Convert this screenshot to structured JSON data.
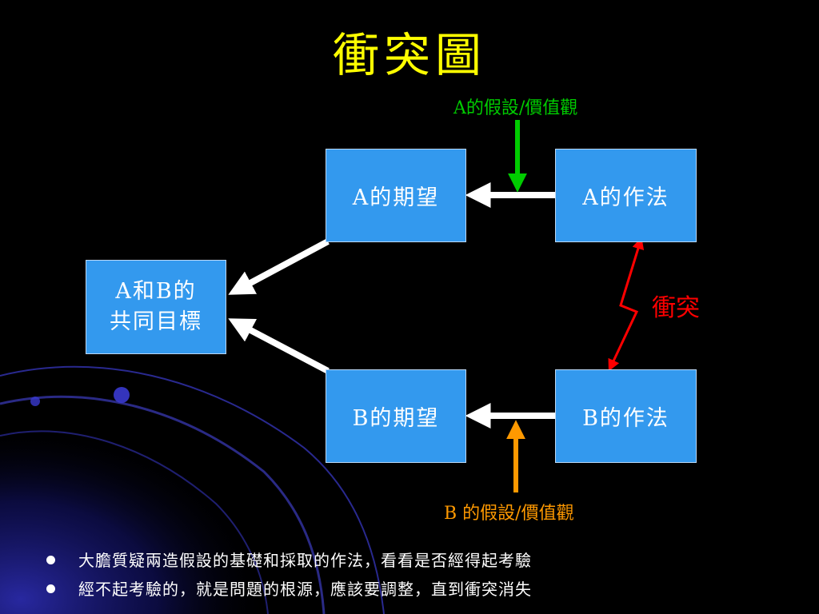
{
  "title": "衝突圖",
  "boxes": {
    "common_goal_line1": "A和B的",
    "common_goal_line2": "共同目標",
    "a_expectation": "A的期望",
    "a_practice": "A的作法",
    "b_expectation": "B的期望",
    "b_practice": "B的作法"
  },
  "labels": {
    "a_assumption": "A的假設/價值觀",
    "b_assumption": "B 的假設/價值觀",
    "conflict": "衝突"
  },
  "bullets": [
    "大膽質疑兩造假設的基礎和採取的作法，看看是否經得起考驗",
    "經不起考驗的，就是問題的根源，應該要調整，直到衝突消失"
  ],
  "colors": {
    "background": "#000000",
    "title": "#ffff00",
    "box_fill": "#3399ee",
    "a_assumption_arrow": "#00cc00",
    "b_assumption_arrow": "#ff9900",
    "conflict": "#ff0000"
  }
}
